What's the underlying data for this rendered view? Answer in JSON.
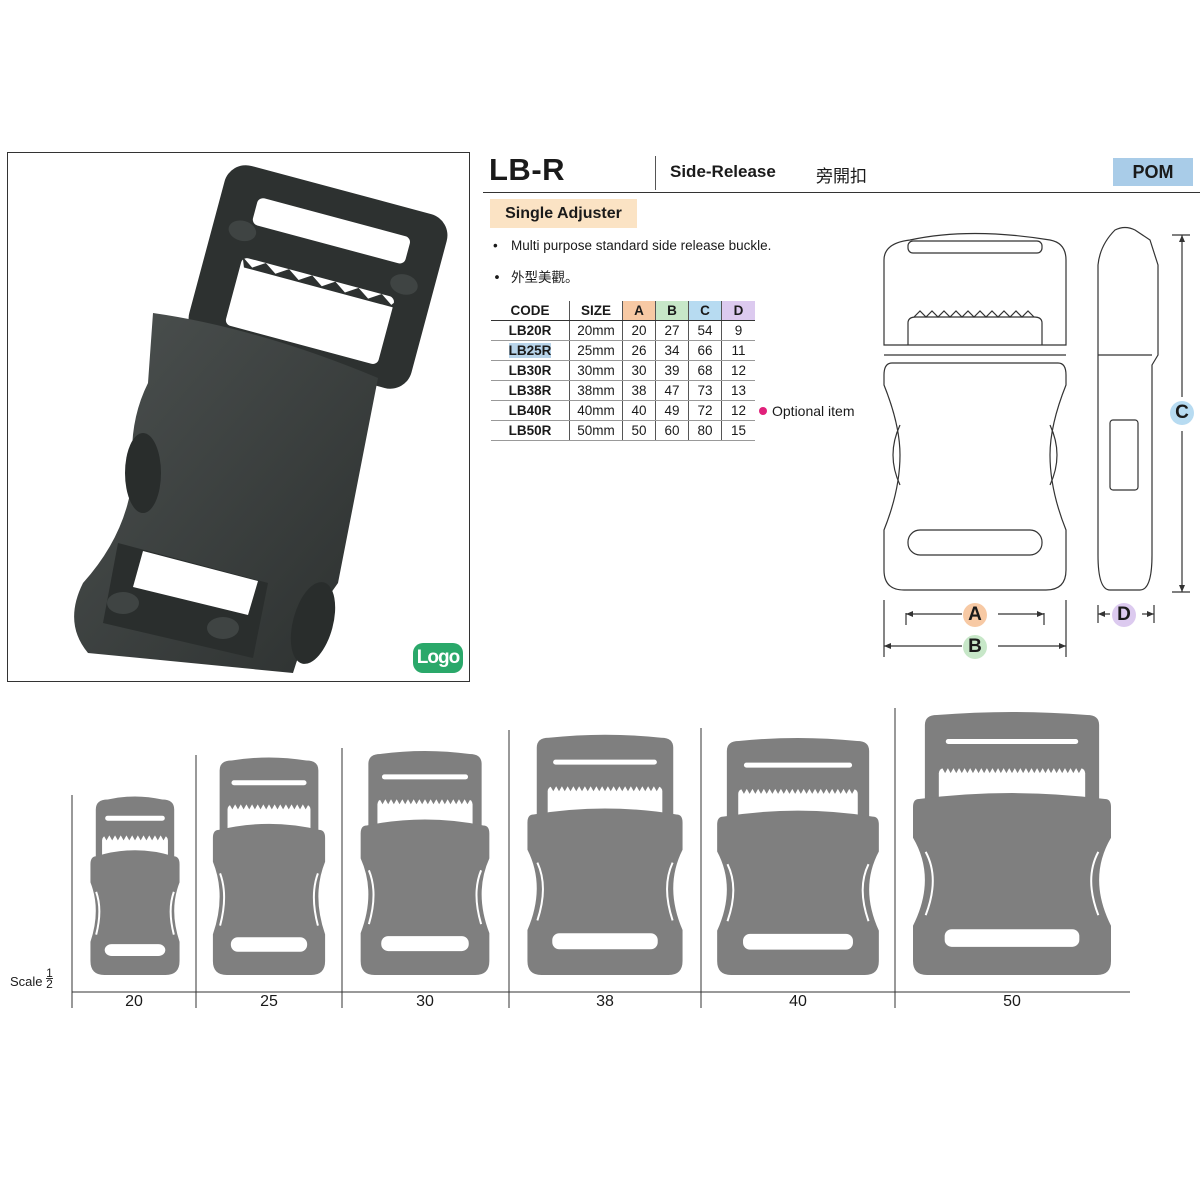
{
  "header": {
    "model": "LB-R",
    "type_en": "Side-Release",
    "type_zh": "旁開扣",
    "material": "POM"
  },
  "adjuster_label": "Single Adjuster",
  "bullets": [
    "Multi purpose standard side release buckle.",
    "外型美觀。"
  ],
  "photo": {
    "logo_label": "Logo",
    "body_color": "#3b3f3e"
  },
  "table": {
    "headers": [
      "CODE",
      "SIZE",
      "A",
      "B",
      "C",
      "D"
    ],
    "rows": [
      [
        "LB20R",
        "20mm",
        "20",
        "27",
        "54",
        "9"
      ],
      [
        "LB25R",
        "25mm",
        "26",
        "34",
        "66",
        "11"
      ],
      [
        "LB30R",
        "30mm",
        "30",
        "39",
        "68",
        "12"
      ],
      [
        "LB38R",
        "38mm",
        "38",
        "47",
        "73",
        "13"
      ],
      [
        "LB40R",
        "40mm",
        "40",
        "49",
        "72",
        "12"
      ],
      [
        "LB50R",
        "50mm",
        "50",
        "60",
        "80",
        "15"
      ]
    ],
    "highlighted_code": "LB25R"
  },
  "optional_note": "Optional item",
  "dimensions": {
    "a": "A",
    "b": "B",
    "c": "C",
    "d": "D"
  },
  "colors": {
    "a": "#f7c9a4",
    "b": "#c7e7c8",
    "c": "#b7dbf1",
    "d": "#dccaef",
    "scale_fill": "#7f7f7f",
    "optional_dot": "#e0207a"
  },
  "scale": {
    "label": "Scale",
    "fraction_num": "1",
    "fraction_den": "2",
    "sizes": [
      "20",
      "25",
      "30",
      "38",
      "40",
      "50"
    ]
  }
}
